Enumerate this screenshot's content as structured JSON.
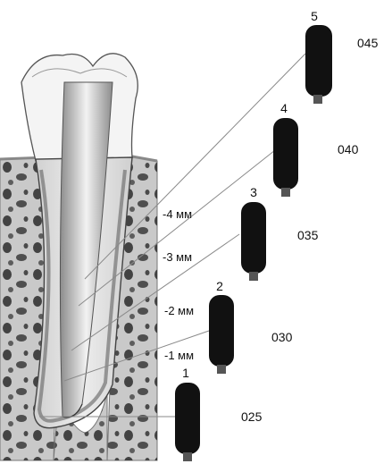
{
  "instruments": [
    {
      "number": "1",
      "size": "025"
    },
    {
      "number": "2",
      "size": "030"
    },
    {
      "number": "3",
      "size": "035"
    },
    {
      "number": "4",
      "size": "040"
    },
    {
      "number": "5",
      "size": "045"
    }
  ],
  "depth_labels": [
    "-4 мм",
    "-3 мм",
    "-2 мм",
    "-1 мм"
  ]
}
